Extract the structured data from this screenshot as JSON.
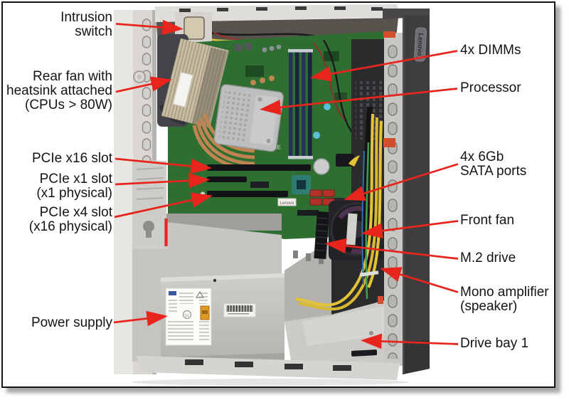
{
  "annotations": {
    "intrusion": {
      "text": "Intrusion\nswitch"
    },
    "rear_fan": {
      "text": "Rear fan with\nheatsink attached\n(CPUs > 80W)"
    },
    "pcie_x16": {
      "text": "PCIe x16 slot"
    },
    "pcie_x1": {
      "text": "PCIe x1 slot\n(x1 physical)"
    },
    "pcie_x4": {
      "text": "PCIe x4 slot\n(x16 physical)"
    },
    "power_supply": {
      "text": "Power supply"
    },
    "dimms": {
      "text": "4x DIMMs"
    },
    "processor": {
      "text": "Processor"
    },
    "sata": {
      "text": "4x 6Gb\nSATA ports"
    },
    "front_fan": {
      "text": "Front fan"
    },
    "m2": {
      "text": "M.2 drive"
    },
    "mono_amp": {
      "text": "Mono amplifier\n(speaker)"
    },
    "drive_bay": {
      "text": "Drive bay 1"
    }
  },
  "photo": {
    "bezel_logo": "Lenovo",
    "motherboard_label": "Lenovo",
    "psu_badge": "80",
    "psu_ul_mark": "UL",
    "ce_mark": "CE"
  },
  "colors": {
    "annotation_red": "#e8251d"
  }
}
